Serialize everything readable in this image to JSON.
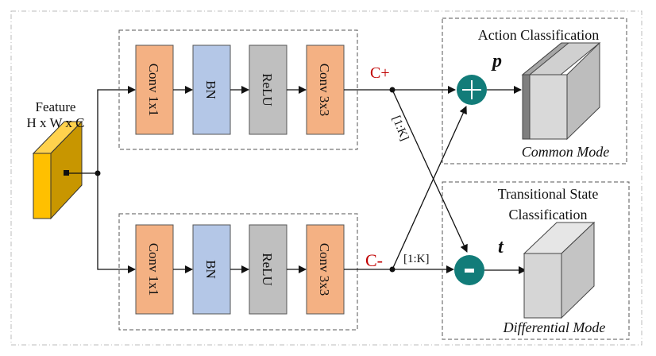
{
  "feature": {
    "title": "Feature",
    "dims": "H x W x C"
  },
  "branches": [
    {
      "id": "positive",
      "output_label": "C+",
      "blocks": [
        {
          "label": "Conv 1x1",
          "color": "#f4b183"
        },
        {
          "label": "BN",
          "color": "#b4c7e7"
        },
        {
          "label": "ReLU",
          "color": "#bfbfbf"
        },
        {
          "label": "Conv 3x3",
          "color": "#f4b183"
        }
      ]
    },
    {
      "id": "negative",
      "output_label": "C-",
      "blocks": [
        {
          "label": "Conv 1x1",
          "color": "#f4b183"
        },
        {
          "label": "BN",
          "color": "#b4c7e7"
        },
        {
          "label": "ReLU",
          "color": "#bfbfbf"
        },
        {
          "label": "Conv 3x3",
          "color": "#f4b183"
        }
      ]
    }
  ],
  "cross_labels": {
    "upper": "[1:K]",
    "lower": "[1:K]"
  },
  "operators": {
    "add": {
      "symbol": "+",
      "color": "#127c79"
    },
    "subtract": {
      "symbol": "-",
      "color": "#127c79"
    }
  },
  "heads": [
    {
      "title": "Action Classification",
      "variable": "p",
      "mode": "Common Mode"
    },
    {
      "title_line1": "Transitional State",
      "title_line2": "Classification",
      "variable": "t",
      "mode": "Differential Mode"
    }
  ],
  "colors": {
    "branch_label": "#c00000",
    "feature_front": "#ffc000",
    "feature_side": "#c89600",
    "feature_top": "#ffd24d",
    "operator": "#127c79"
  }
}
